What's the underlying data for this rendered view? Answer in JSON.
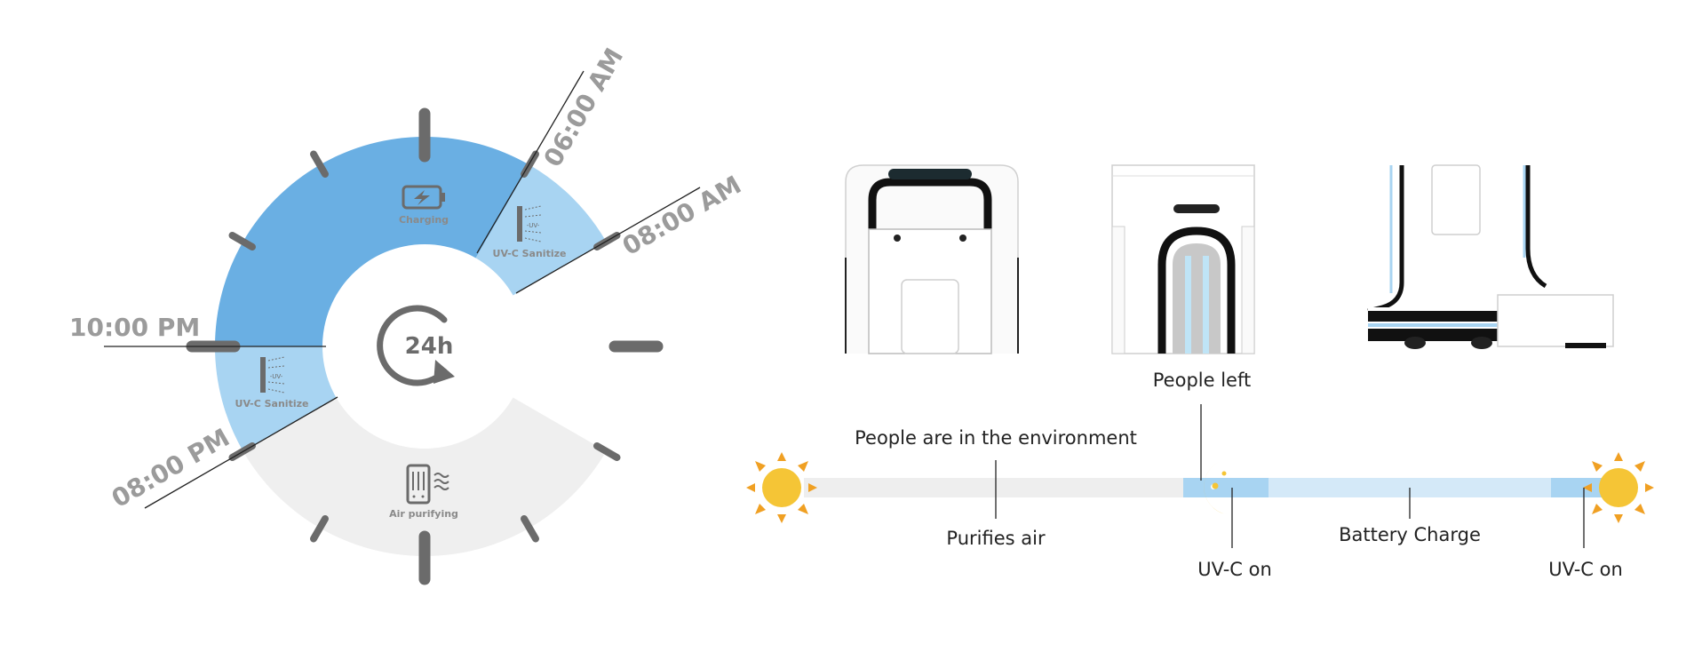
{
  "dial": {
    "center_label": "24h",
    "times": {
      "t0600": "06:00 AM",
      "t0800am": "08:00 AM",
      "t1000pm": "10:00 PM",
      "t0800pm": "08:00 PM"
    },
    "segments": {
      "charging": "Charging",
      "uvc_morning": "UV-C Sanitize",
      "uvc_evening": "UV-C Sanitize",
      "air": "Air purifying"
    },
    "uv_icon_text": "-UV-",
    "colors": {
      "charging": "#6aafe3",
      "uvc": "#a8d4f2",
      "air": "#efefef",
      "ticks": "#6b6b6b"
    }
  },
  "timeline": {
    "people_in": "People are in the environment",
    "purifies": "Purifies air",
    "people_left": "People left",
    "uvc_on_1": "UV-C on",
    "battery": "Battery Charge",
    "uvc_on_2": "UV-C on",
    "colors": {
      "day": "#eeeeee",
      "uvc": "#a8d4f2",
      "charge": "#d4e9f8",
      "sun": "#f5c536",
      "sun_rays": "#f0a023",
      "moon": "#f5c536"
    }
  },
  "views": {
    "front": "front-view",
    "side": "side-view",
    "lamp": "uv-lamp-view"
  }
}
